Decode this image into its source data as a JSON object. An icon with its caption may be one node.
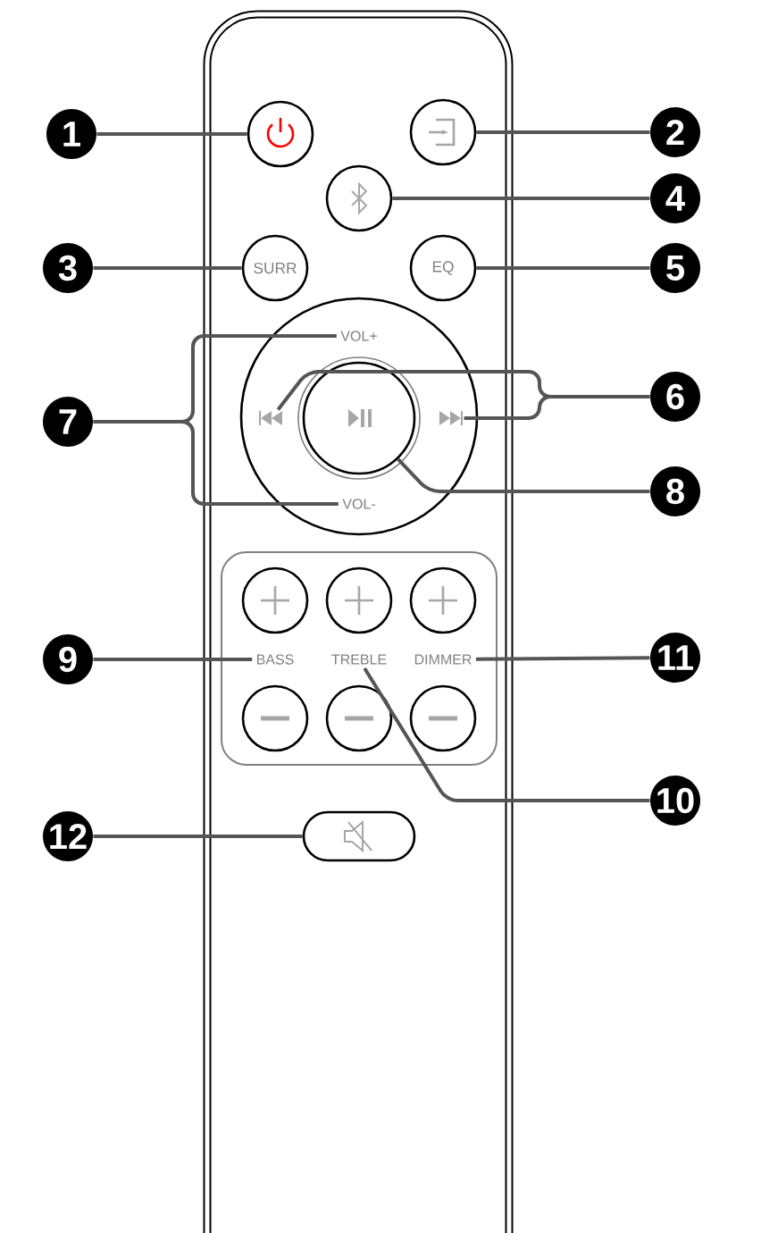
{
  "diagram": {
    "nodes": [
      {
        "text": [
          "1"
        ]
      },
      {
        "text": [],
        "shape": "circle"
      },
      {
        "text": [],
        "shape": "circle"
      },
      {
        "text": [
          "2"
        ]
      },
      {
        "text": [],
        "shape": "circle"
      },
      {
        "text": [
          "4"
        ]
      },
      {
        "text": [
          "3"
        ]
      },
      {
        "text": [
          "SURR"
        ]
      },
      {
        "text": [
          "EQ"
        ]
      },
      {
        "text": [
          "5"
        ]
      },
      {
        "text": [
          "VOL+"
        ]
      },
      {
        "text": [
          "7"
        ]
      },
      {
        "text": [],
        "shape": "picture"
      },
      {
        "text": [],
        "shape": "circle"
      },
      {
        "text": [],
        "shape": "picture"
      },
      {
        "text": [
          "6"
        ]
      },
      {
        "text": [
          "8"
        ]
      },
      {
        "text": [
          "VOL-"
        ]
      },
      {
        "text": [],
        "shape": "circle"
      },
      {
        "text": [],
        "shape": "circle"
      },
      {
        "text": [],
        "shape": "circle"
      },
      {
        "text": [
          "9"
        ]
      },
      {
        "text": [
          "BASS"
        ]
      },
      {
        "text": [
          "TREBLE"
        ]
      },
      {
        "text": [
          "DIMMER"
        ]
      },
      {
        "text": [
          "11"
        ]
      },
      {
        "text": [],
        "shape": "circle"
      },
      {
        "text": [],
        "shape": "circle"
      },
      {
        "text": [],
        "shape": "circle"
      },
      {
        "text": [
          "10"
        ]
      },
      {
        "text": [
          "12"
        ]
      },
      {
        "text": [],
        "shape": "box"
      }
    ],
    "edges": [
      {
        "from": 0,
        "to": 1,
        "arrow": "none"
      },
      {
        "from": 3,
        "to": 2,
        "arrow": "none"
      },
      {
        "from": 5,
        "to": 4,
        "arrow": "none"
      },
      {
        "from": 6,
        "to": 7,
        "arrow": "none"
      },
      {
        "from": 9,
        "to": 8,
        "arrow": "none"
      },
      {
        "from": 11,
        "to": 10,
        "arrow": "none"
      },
      {
        "from": 11,
        "to": 17,
        "arrow": "none"
      },
      {
        "from": 15,
        "to": 12,
        "arrow": "none"
      },
      {
        "from": 15,
        "to": 14,
        "arrow": "none"
      },
      {
        "from": 16,
        "to": 13,
        "arrow": "none"
      },
      {
        "from": 21,
        "to": 22,
        "arrow": "none"
      },
      {
        "from": 29,
        "to": 23,
        "arrow": "none"
      },
      {
        "from": 25,
        "to": 24,
        "arrow": "none"
      },
      {
        "from": 30,
        "to": 31,
        "arrow": "none"
      }
    ]
  }
}
